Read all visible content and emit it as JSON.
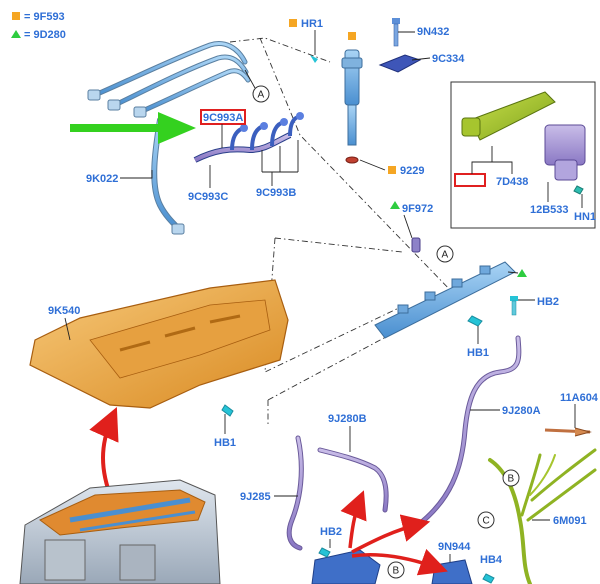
{
  "legend": {
    "square_marker_color": "#f5a623",
    "triangle_marker_color": "#2ecc40",
    "square_ref": "9F593",
    "triangle_ref": "9D280"
  },
  "callouts": [
    "A",
    "A",
    "B",
    "B",
    "C"
  ],
  "parts": {
    "hr1": "HR1",
    "p9n432": "9N432",
    "p9c334": "9C334",
    "p9229": "9229",
    "p9c993a": "9C993A",
    "p9k022": "9K022",
    "p9c993c": "9C993C",
    "p9c993b": "9C993B",
    "p9f972": "9F972",
    "p7d438": "7D438",
    "p12b533": "12B533",
    "hn1": "HN1",
    "hb2_top": "HB2",
    "hb1_rail": "HB1",
    "p9k540": "9K540",
    "hb1_lower": "HB1",
    "p9j280b": "9J280B",
    "p9j280a": "9J280A",
    "p11a604": "11A604",
    "p9j285": "9J285",
    "hb2_lower": "HB2",
    "p9n944": "9N944",
    "hb4": "HB4",
    "p6m091": "6M091"
  },
  "highlight_color": "#e02020",
  "arrow_color": "#34d11f"
}
